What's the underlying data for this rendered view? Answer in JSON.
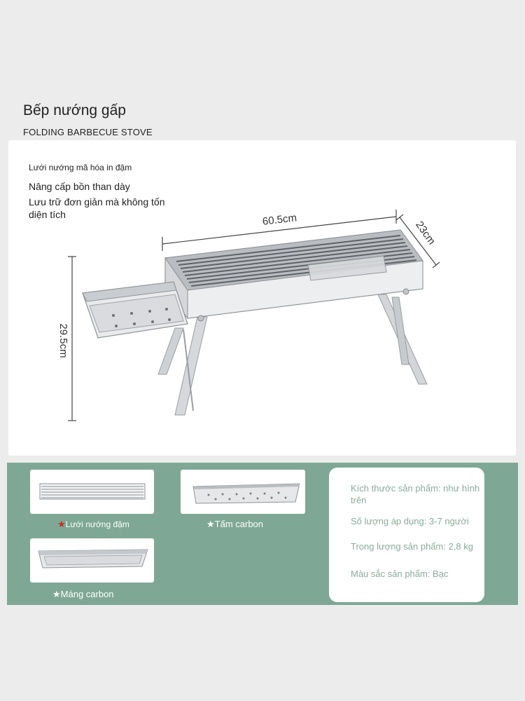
{
  "header": {
    "title": "Bếp nướng gấp",
    "subtitle": "FOLDING BARBECUE STOVE"
  },
  "features": [
    "Lưới nướng mã hóa in đậm",
    "Nâng cấp bồn than dày",
    "Lưu trữ đơn giản mà không tốn diện tích"
  ],
  "dimensions": {
    "length": "60.5cm",
    "width": "23cm",
    "height": "29.5cm"
  },
  "parts": [
    {
      "label": "Lưới nướng đậm",
      "star": "★"
    },
    {
      "label": "Tấm carbon",
      "star": "★"
    },
    {
      "label": "Máng carbon",
      "star": "★"
    }
  ],
  "specs": [
    "Kích thước sản phẩm: như hình trên",
    "Số lượng áp dụng: 3-7 người",
    "Trọng lượng sản phẩm: 2,8 kg",
    "Màu sắc sản phẩm: Bạc"
  ],
  "colors": {
    "panel_green": "#7ea895",
    "spec_text": "#8aab9b",
    "star_red": "#d6271d"
  }
}
